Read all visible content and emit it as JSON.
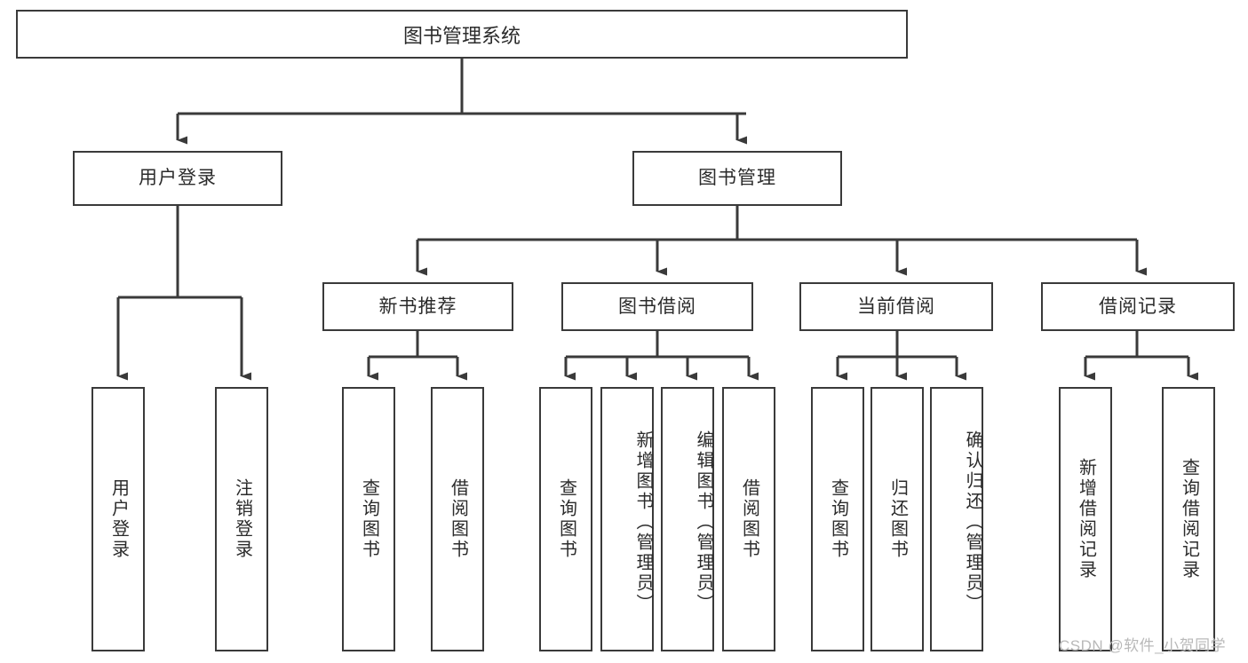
{
  "diagram": {
    "type": "tree",
    "title": "图书管理系统",
    "root": {
      "label": "图书管理系统"
    },
    "level1": [
      {
        "label": "用户登录"
      },
      {
        "label": "图书管理"
      }
    ],
    "level2": [
      {
        "label": "新书推荐"
      },
      {
        "label": "图书借阅"
      },
      {
        "label": "当前借阅"
      },
      {
        "label": "借阅记录"
      }
    ],
    "leaves": [
      {
        "label": "用户登录"
      },
      {
        "label": "注销登录"
      },
      {
        "label": "查询图书"
      },
      {
        "label": "借阅图书"
      },
      {
        "label": "查询图书"
      },
      {
        "label": "新增图书（管理员）"
      },
      {
        "label": "编辑图书（管理员）"
      },
      {
        "label": "借阅图书"
      },
      {
        "label": "查询图书"
      },
      {
        "label": "归还图书"
      },
      {
        "label": "确认归还（管理员）"
      },
      {
        "label": "新增借阅记录"
      },
      {
        "label": "查询借阅记录"
      }
    ]
  },
  "watermark": {
    "text": "CSDN @软件_小贺同学"
  },
  "colors": {
    "stroke": "#3a3a3a",
    "text": "#2b2b2b",
    "background": "#ffffff",
    "watermark": "#b9b9b9"
  }
}
